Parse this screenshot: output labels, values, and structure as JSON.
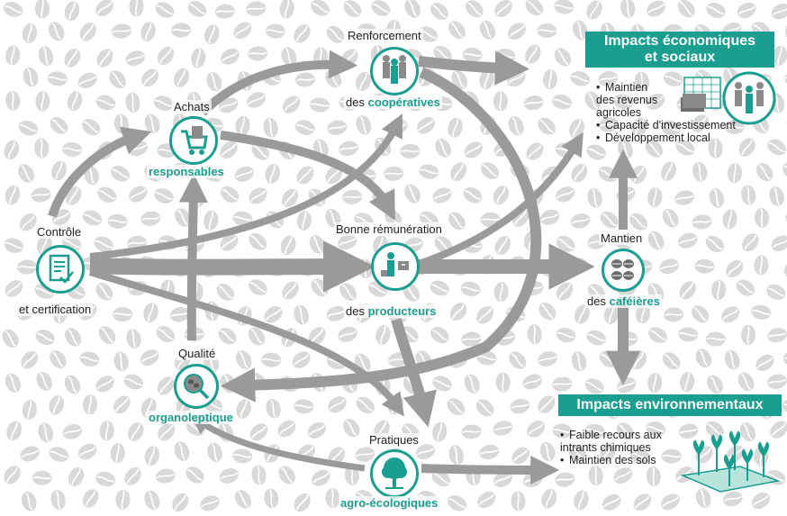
{
  "nodes": {
    "renforcement": {
      "title": "Renforcement",
      "prefix": "des",
      "highlight": "coopératives",
      "icon": "people-group-icon"
    },
    "achats": {
      "title": "Achats",
      "highlight": "responsables",
      "icon": "shopping-cart-icon"
    },
    "controle": {
      "title": "Contrôle",
      "subtitle": "et certification",
      "icon": "certificate-document-icon"
    },
    "remuneration": {
      "title": "Bonne rémunération",
      "prefix": "des",
      "highlight": "producteurs",
      "icon": "farmer-payment-icon"
    },
    "mantien": {
      "title": "Mantien",
      "prefix": "des",
      "highlight": "caféières",
      "icon": "coffee-beans-icon"
    },
    "qualite": {
      "title": "Qualité",
      "highlight": "organoleptique",
      "icon": "magnifier-beans-icon"
    },
    "pratiques": {
      "title": "Pratiques",
      "highlight": "agro-écologiques",
      "icon": "tree-icon"
    }
  },
  "impacts_eco": {
    "title_line1": "Impacts économiques",
    "title_line2": "et sociaux",
    "bullets": [
      "Maintien des revenus agricoles",
      "Capacité d'investissement",
      "Développement local"
    ],
    "bullet_lines": {
      "b1_l1": "Maintien",
      "b1_l2": "des revenus",
      "b1_l3": "agricoles",
      "b2": "Capacité d'investissement",
      "b3": "Développement local"
    },
    "icon": "money-chart-people-icon"
  },
  "impacts_env": {
    "title": "Impacts environnementaux",
    "bullet_lines": {
      "b1_l1": "Faible recours aux",
      "b1_l2": "intrants chimiques",
      "b2": "Maintien des sols"
    },
    "icon": "seedlings-soil-icon"
  },
  "colors": {
    "accent": "#1a9e8f",
    "arrow": "#9a9a9a",
    "bean": "#d9d9d9",
    "text": "#1f1f1f"
  }
}
